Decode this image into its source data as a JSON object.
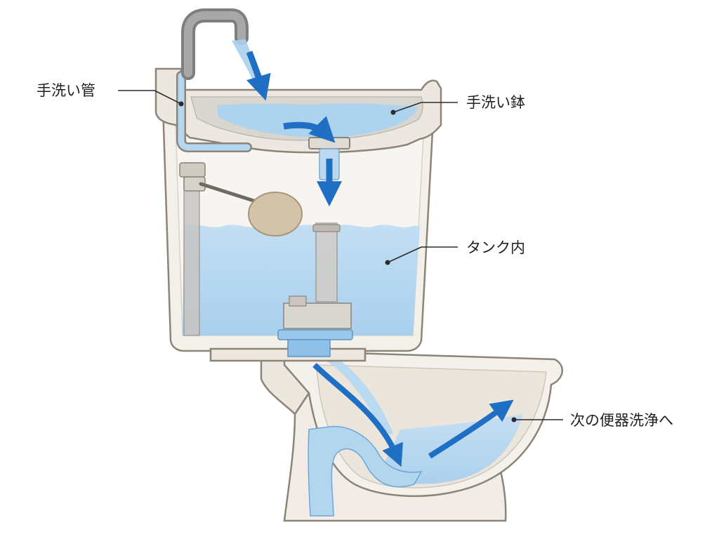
{
  "labels": {
    "hand_wash_pipe": "手洗い管",
    "hand_wash_bowl": "手洗い鉢",
    "tank_inside": "タンク内",
    "next_flush": "次の便器洗浄へ"
  },
  "colors": {
    "water": "#b3d6ef",
    "water_deep": "#9cc8ea",
    "arrow": "#1f6fc4",
    "porcelain": "#f1ede6",
    "porcelain_shadow": "#ddd6cb",
    "pipe": "#9a9a9a"
  }
}
